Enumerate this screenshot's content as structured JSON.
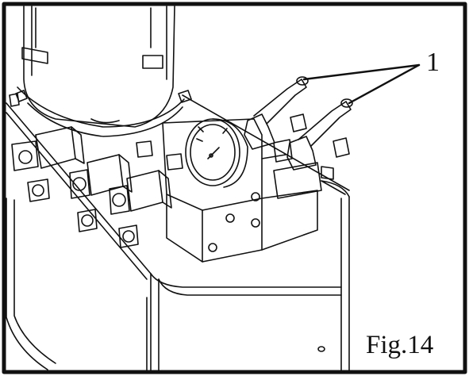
{
  "figure": {
    "caption": "Fig.14",
    "callout_number": "1",
    "parts": [
      "motor-housing",
      "manifold-block",
      "pressure-gauge",
      "solenoid-valve",
      "shutoff-valve-handle",
      "reservoir-tank"
    ]
  },
  "colors": {
    "line": "#111111",
    "background": "#ffffff"
  }
}
